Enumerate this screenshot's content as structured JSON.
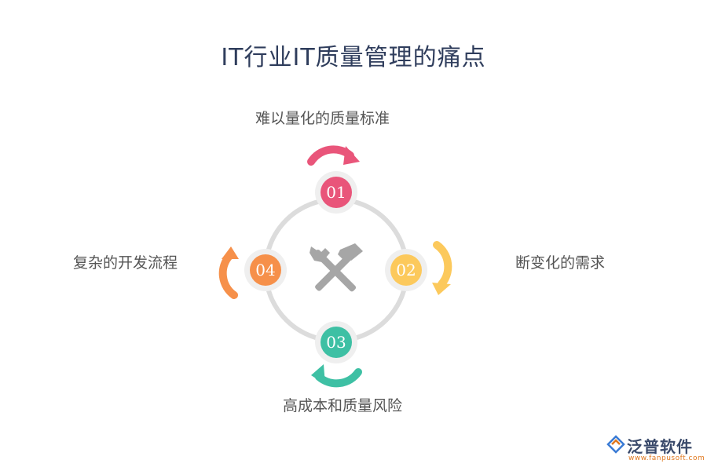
{
  "title": "IT行业IT质量管理的痛点",
  "steps": [
    {
      "number": "01",
      "label": "难以量化的质量标准",
      "color": "#e9557a"
    },
    {
      "number": "02",
      "label": "断变化的需求",
      "color": "#fcc95c"
    },
    {
      "number": "03",
      "label": "高成本和质量风险",
      "color": "#3ec0a4"
    },
    {
      "number": "04",
      "label": "复杂的开发流程",
      "color": "#f6904a"
    }
  ],
  "center_icon": "hammer-wrench-tools-icon",
  "logo": {
    "name": "泛普软件",
    "url": "www.fanpusoft.com"
  }
}
